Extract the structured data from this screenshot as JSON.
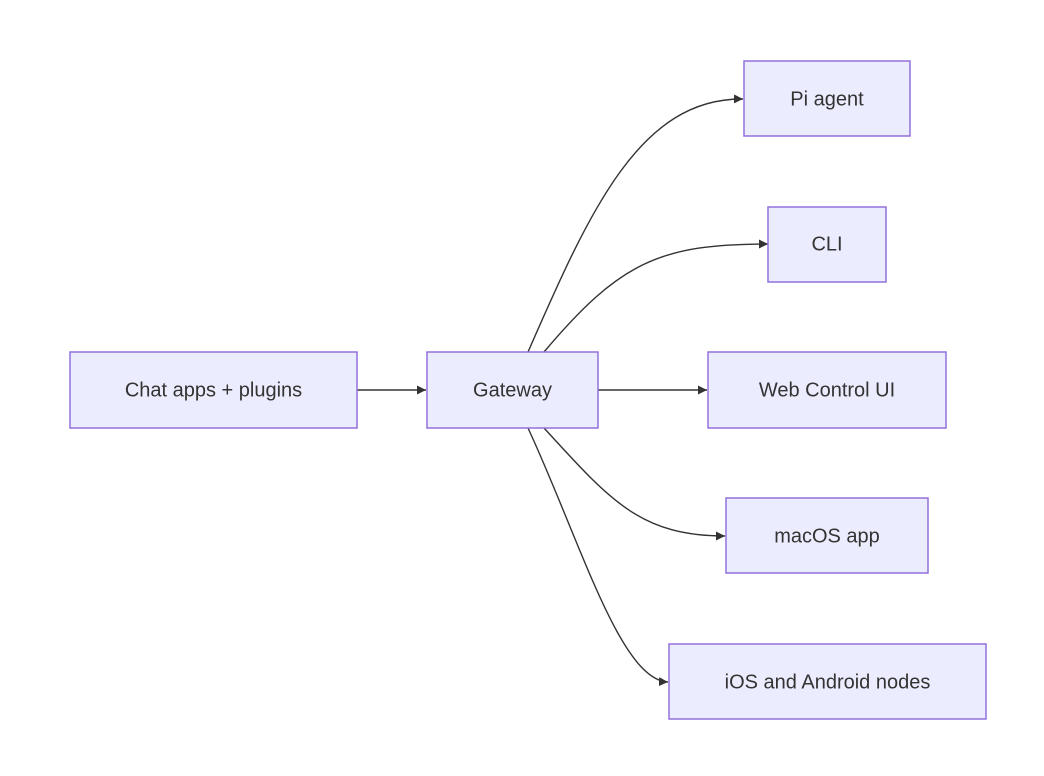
{
  "diagram": {
    "nodes": {
      "chat": {
        "label": "Chat apps + plugins"
      },
      "gateway": {
        "label": "Gateway"
      },
      "pi": {
        "label": "Pi agent"
      },
      "cli": {
        "label": "CLI"
      },
      "web": {
        "label": "Web Control UI"
      },
      "macos": {
        "label": "macOS app"
      },
      "ios": {
        "label": "iOS and Android nodes"
      }
    },
    "edges": [
      {
        "from": "Chat apps + plugins",
        "to": "Gateway"
      },
      {
        "from": "Gateway",
        "to": "Pi agent"
      },
      {
        "from": "Gateway",
        "to": "CLI"
      },
      {
        "from": "Gateway",
        "to": "Web Control UI"
      },
      {
        "from": "Gateway",
        "to": "macOS app"
      },
      {
        "from": "Gateway",
        "to": "iOS and Android nodes"
      }
    ],
    "colors": {
      "node_fill": "#ececff",
      "node_border": "#9370db",
      "text": "#333333",
      "edge": "#333333",
      "background": "#ffffff"
    }
  }
}
